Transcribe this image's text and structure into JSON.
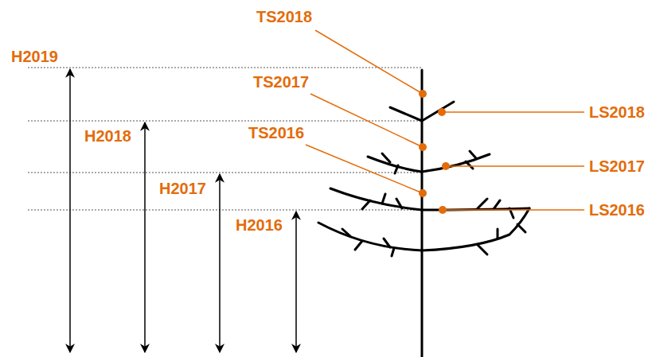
{
  "diagram": {
    "labels": [
      "H2019",
      "H2018",
      "H2017",
      "H2016",
      "TS2018",
      "TS2017",
      "TS2016",
      "LS2018",
      "LS2017",
      "LS2016"
    ]
  }
}
